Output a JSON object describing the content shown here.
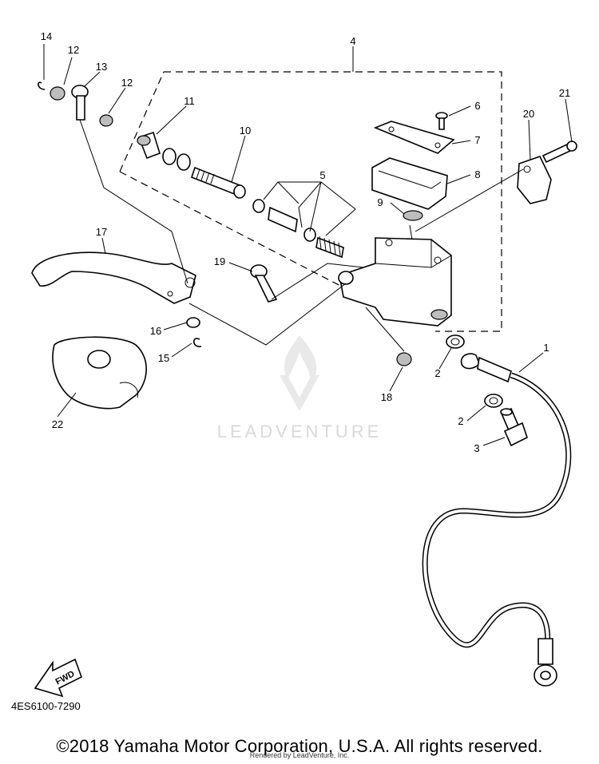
{
  "diagram": {
    "part_numbers": [
      "1",
      "2",
      "2",
      "3",
      "4",
      "5",
      "6",
      "7",
      "8",
      "9",
      "10",
      "11",
      "12",
      "12",
      "13",
      "14",
      "15",
      "16",
      "17",
      "18",
      "19",
      "20",
      "21",
      "22"
    ],
    "forward_marker": "FWD",
    "code": "4ES6100-7290"
  },
  "watermark": "LEADVENTURE",
  "footer": {
    "copyright": "©2018 Yamaha Motor Corporation, U.S.A. All rights reserved.",
    "rendered_by": "Rendered by LeadVenture, Inc."
  }
}
